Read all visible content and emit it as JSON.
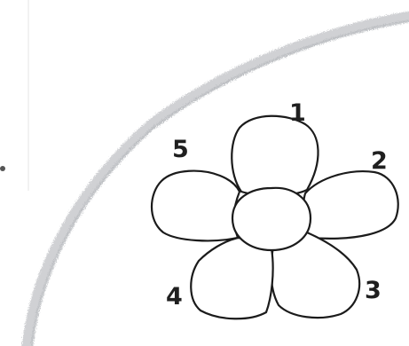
{
  "diagram": {
    "petal_labels": [
      "1",
      "2",
      "3",
      "4",
      "5"
    ]
  },
  "colors": {
    "paper": "#ffffff",
    "ink": "#1b1b1b",
    "pencil_arc": "#b9bcc0"
  }
}
